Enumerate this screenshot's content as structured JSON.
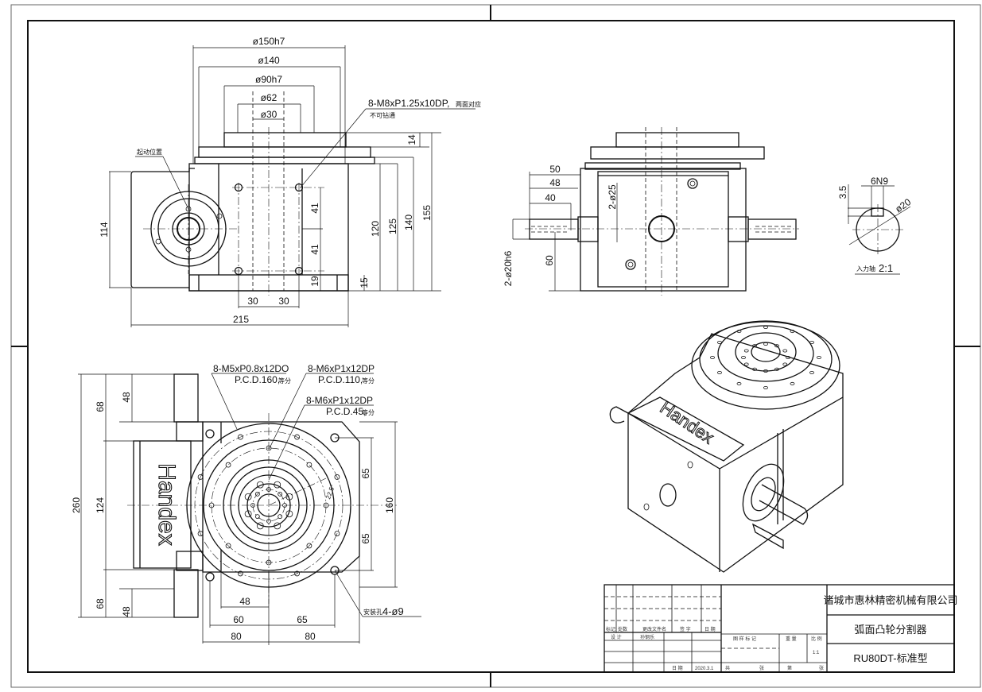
{
  "drawing": {
    "type": "engineering-drawing",
    "subject": "弧面凸轮分割器 RU80DT"
  },
  "front_view": {
    "dims_top": [
      "ø150h7",
      "ø140",
      "ø90h7",
      "ø62",
      "ø30"
    ],
    "thread_callout": "8-M8xP1.25x10DP,",
    "thread_callout_suffix": "两面对应",
    "thread_note": "不可钻通",
    "start_position_label": "起动位置",
    "dims_right": [
      "14",
      "120",
      "125",
      "140",
      "155"
    ],
    "dims_inner_right": [
      "41",
      "41",
      "19",
      "15"
    ],
    "dims_left": "114",
    "dims_bottom": [
      "30",
      "30",
      "215"
    ]
  },
  "side_view": {
    "dims_left": [
      "50",
      "48",
      "40"
    ],
    "dim_bore": "2-ø25",
    "dim_shaft": "2-ø20h6",
    "dim_height": "60"
  },
  "section_detail": {
    "key_width": "6N9",
    "key_depth": "3.5",
    "diameter": "ø20",
    "label": "入力轴",
    "scale": "2:1"
  },
  "top_view": {
    "brand": "Handex",
    "callouts": [
      {
        "line1": "8-M5xP0.8x12DO",
        "line2": "P.C.D.160,",
        "suffix": "等分"
      },
      {
        "line1": "8-M6xP1x12DP",
        "line2": "P.C.D.110,",
        "suffix": "等分"
      },
      {
        "line1": "8-M6xP1x12DP",
        "line2": "P.C.D.45,",
        "suffix": "等分"
      }
    ],
    "angle": "22.5°",
    "mount_hole_label": "安装孔",
    "mount_hole_value": "4-ø9",
    "dims_left": [
      "260",
      "68",
      "48",
      "124",
      "68",
      "48"
    ],
    "dims_right": [
      "65",
      "65",
      "160"
    ],
    "dims_bottom": [
      "48",
      "60",
      "65",
      "80",
      "80"
    ]
  },
  "iso_view": {
    "brand": "Handex"
  },
  "title_block": {
    "revision_headers": [
      "标记",
      "处数",
      "更改文件名",
      "签 字",
      "日 期"
    ],
    "design_label": "设 计",
    "designer": "孙钢乐",
    "date_label": "日 期",
    "date": "2020.3.1",
    "drawing_mark_label": "图 样 标 记",
    "weight_label": "重 量",
    "scale_label": "比 例",
    "scale": "1:1",
    "sheet_total_label": "共",
    "sheet_total_suffix": "张",
    "sheet_label": "第",
    "sheet_suffix": "张",
    "company": "诸城市惠林精密机械有限公司",
    "product": "弧面凸轮分割器",
    "model": "RU80DT-标准型"
  }
}
